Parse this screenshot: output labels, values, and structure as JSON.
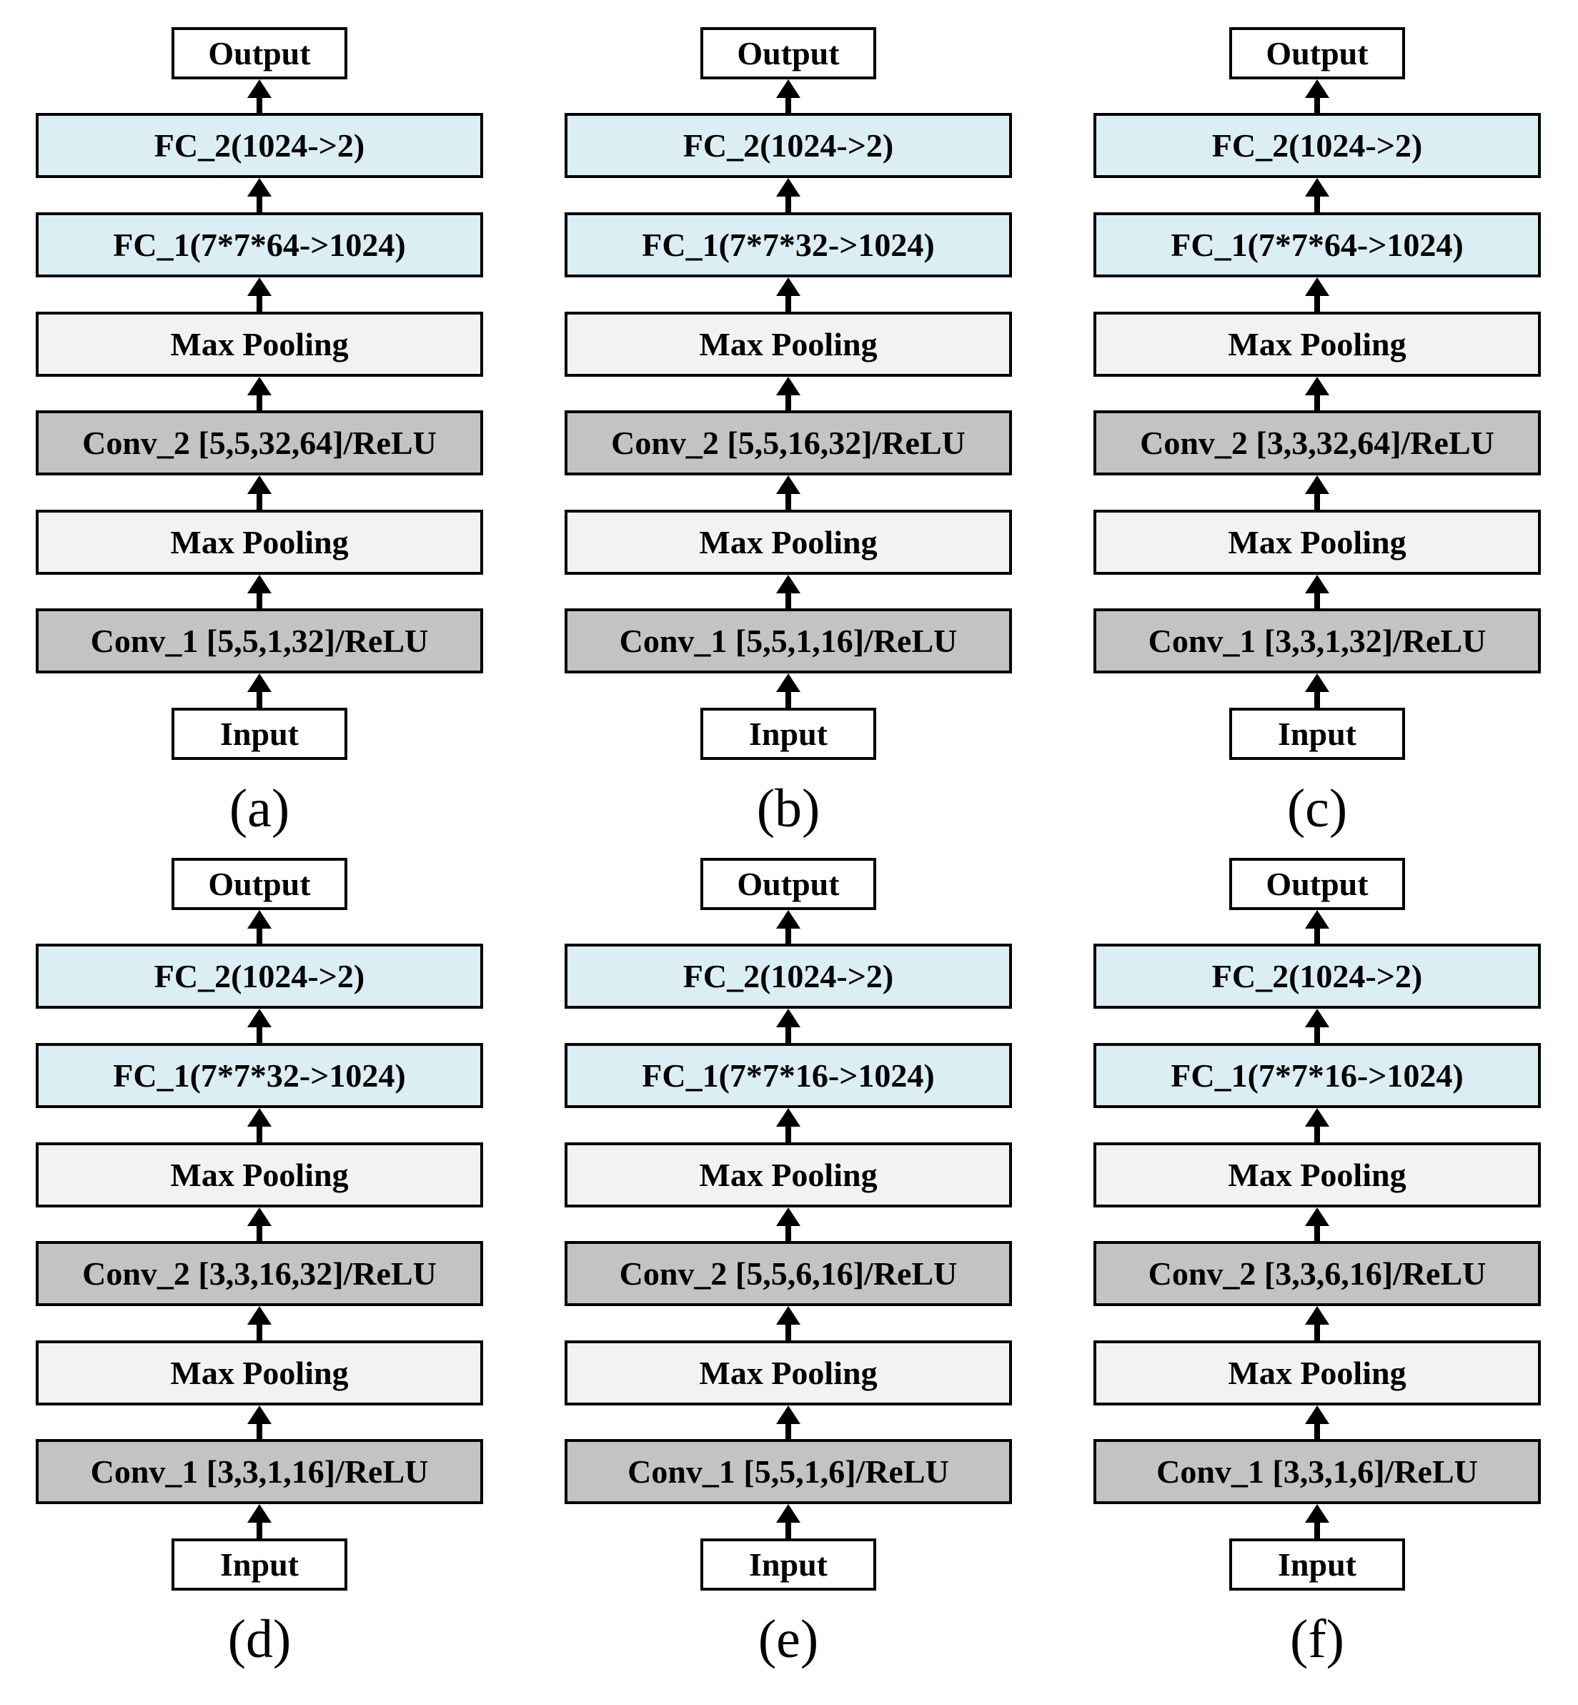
{
  "panels": [
    {
      "caption": "(a)",
      "output": "Output",
      "fc2": "FC_2(1024->2)",
      "fc1": "FC_1(7*7*64->1024)",
      "pool2": "Max Pooling",
      "conv2": "Conv_2 [5,5,32,64]/ReLU",
      "pool1": "Max Pooling",
      "conv1": "Conv_1 [5,5,1,32]/ReLU",
      "input": "Input"
    },
    {
      "caption": "(b)",
      "output": "Output",
      "fc2": "FC_2(1024->2)",
      "fc1": "FC_1(7*7*32->1024)",
      "pool2": "Max Pooling",
      "conv2": "Conv_2 [5,5,16,32]/ReLU",
      "pool1": "Max Pooling",
      "conv1": "Conv_1 [5,5,1,16]/ReLU",
      "input": "Input"
    },
    {
      "caption": "(c)",
      "output": "Output",
      "fc2": "FC_2(1024->2)",
      "fc1": "FC_1(7*7*64->1024)",
      "pool2": "Max Pooling",
      "conv2": "Conv_2 [3,3,32,64]/ReLU",
      "pool1": "Max Pooling",
      "conv1": "Conv_1 [3,3,1,32]/ReLU",
      "input": "Input"
    },
    {
      "caption": "(d)",
      "output": "Output",
      "fc2": "FC_2(1024->2)",
      "fc1": "FC_1(7*7*32->1024)",
      "pool2": "Max Pooling",
      "conv2": "Conv_2 [3,3,16,32]/ReLU",
      "pool1": "Max Pooling",
      "conv1": "Conv_1 [3,3,1,16]/ReLU",
      "input": "Input"
    },
    {
      "caption": "(e)",
      "output": "Output",
      "fc2": "FC_2(1024->2)",
      "fc1": "FC_1(7*7*16->1024)",
      "pool2": "Max Pooling",
      "conv2": "Conv_2 [5,5,6,16]/ReLU",
      "pool1": "Max Pooling",
      "conv1": "Conv_1 [5,5,1,6]/ReLU",
      "input": "Input"
    },
    {
      "caption": "(f)",
      "output": "Output",
      "fc2": "FC_2(1024->2)",
      "fc1": "FC_1(7*7*16->1024)",
      "pool2": "Max Pooling",
      "conv2": "Conv_2 [3,3,6,16]/ReLU",
      "pool1": "Max Pooling",
      "conv1": "Conv_1 [3,3,1,6]/ReLU",
      "input": "Input"
    }
  ],
  "colors": {
    "fc_fill": "#daeef4",
    "pool_fill": "#f2f2f2",
    "conv_fill": "#c3c3c3",
    "io_fill": "#ffffff",
    "border": "#000000"
  }
}
